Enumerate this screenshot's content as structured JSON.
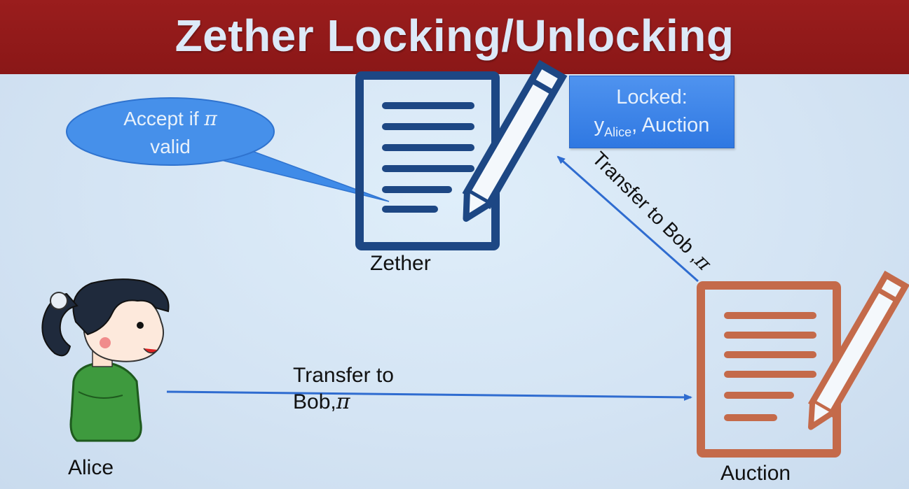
{
  "title": "Zether Locking/Unlocking",
  "bubble": {
    "line1": "Accept if",
    "symbol": "π",
    "line2": "valid"
  },
  "locked_box": {
    "line1": "Locked:",
    "var_base": "y",
    "var_sub": "Alice",
    "separator": ",",
    "line2_rest": " Auction"
  },
  "zether_label": "Zether",
  "auction_label": "Auction",
  "alice_label": "Alice",
  "transfer_diagonal": {
    "text": "Transfer to Bob ,",
    "symbol": "π"
  },
  "transfer_bottom": {
    "line1": "Transfer to",
    "line2": "Bob,",
    "symbol": "π"
  },
  "colors": {
    "title_bar": "#8f1a1a",
    "title_text": "#dce9f8",
    "zether_doc": "#1d4784",
    "auction_doc": "#c46a4a",
    "arrow": "#2f6cd0",
    "bubble": "#3f8be8",
    "locked_box": "#3a82e8"
  },
  "icons": [
    "zether-document-icon",
    "auction-document-icon",
    "alice-avatar-icon"
  ]
}
